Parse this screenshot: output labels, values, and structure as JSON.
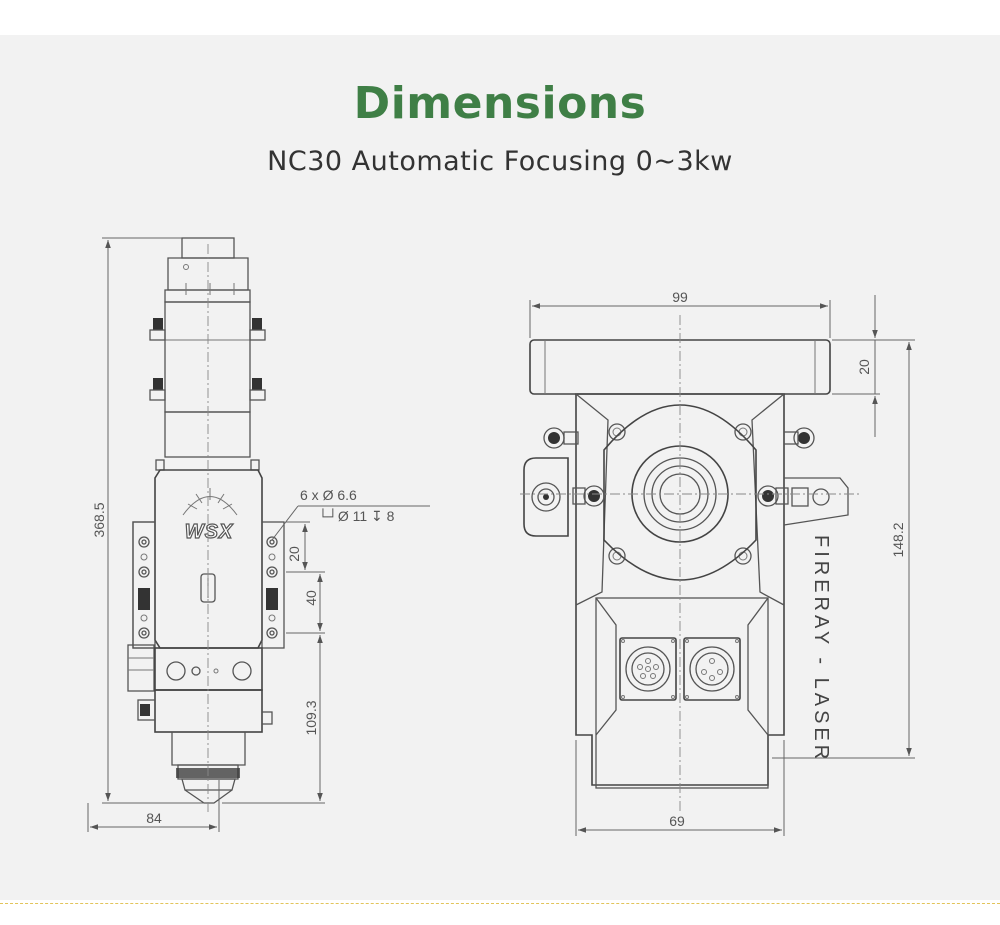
{
  "header": {
    "title": "Dimensions",
    "subtitle": "NC30 Automatic Focusing 0~3kw"
  },
  "side_view": {
    "logo_text": "WSX",
    "dim_total_height": "368.5",
    "dim_width": "84",
    "dim_hole_spacing_a": "20",
    "dim_hole_spacing_b": "40",
    "dim_lower_height": "109.3",
    "hole_spec": "6 x Ø 6.6",
    "counterbore_spec": "└┘Ø 11 ↧ 8"
  },
  "front_view": {
    "dim_top_width": "99",
    "dim_top_height": "20",
    "dim_body_height": "148.2",
    "dim_bottom_width": "69",
    "brand_label": "FIRERAY - LASER"
  }
}
